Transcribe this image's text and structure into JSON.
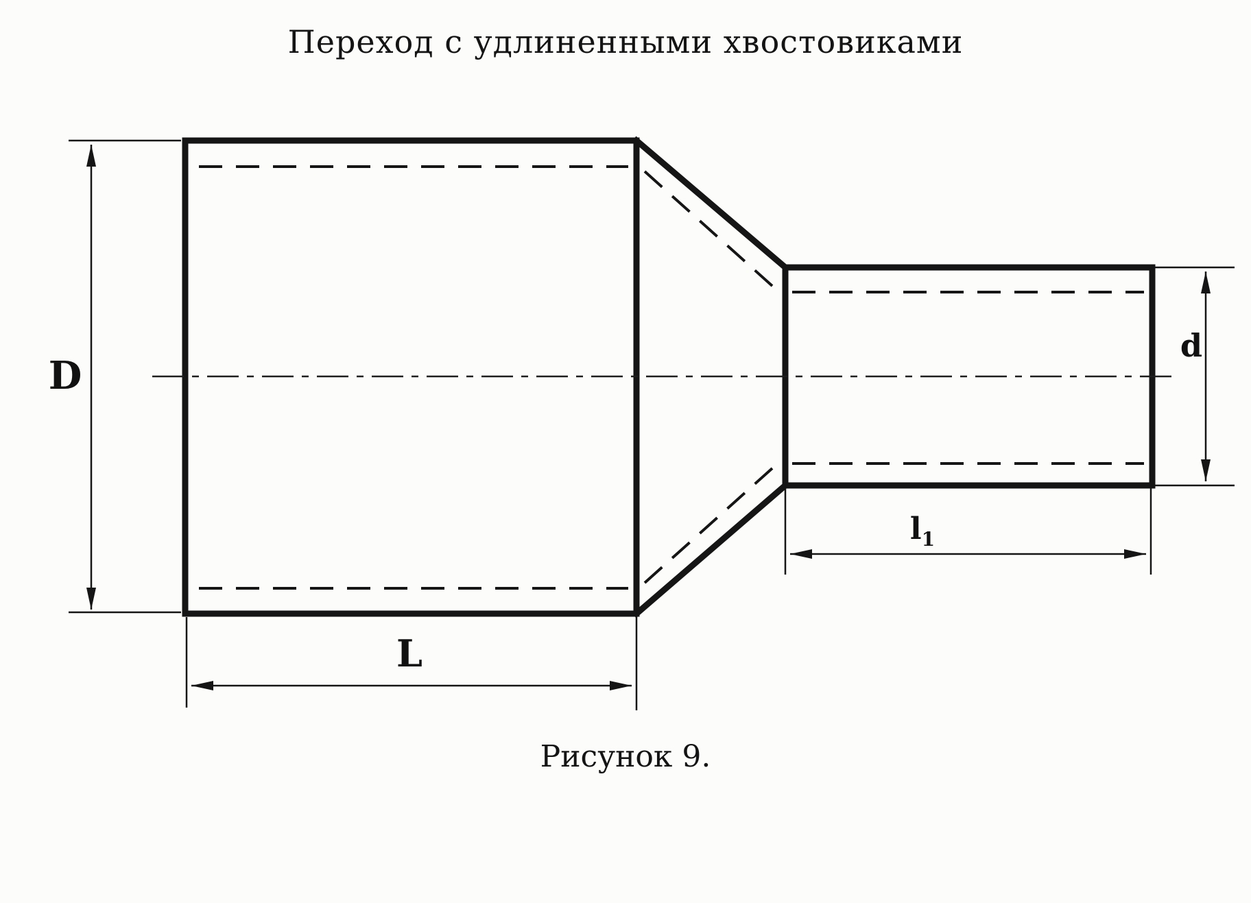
{
  "title": "Переход с удлиненными хвостовиками",
  "caption": "Рисунок 9.",
  "dimensions": {
    "large_diameter_label": "D",
    "small_diameter_label": "d",
    "large_length_label": "L",
    "small_length_label_base": "l",
    "small_length_label_sub": "1"
  },
  "colors": {
    "ink": "#151515",
    "paper": "#fcfcfa"
  },
  "drawing_parts": {
    "large_pipe": "большой патрубок",
    "transition_cone": "конический переход",
    "small_pipe": "малый патрубок"
  }
}
